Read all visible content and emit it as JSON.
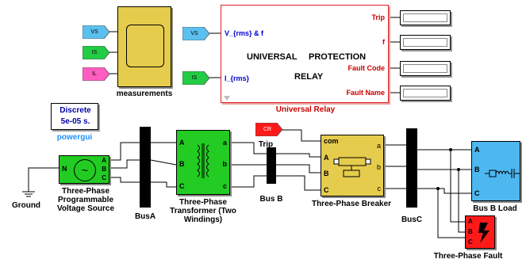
{
  "blocks": {
    "measurements": {
      "label": "measurements"
    },
    "relay": {
      "inputs": [
        "V_{rms} & f",
        "I_{rms}"
      ],
      "outputs": [
        "Trip",
        "f",
        "Fault Code",
        "Fault Name"
      ],
      "center_line1a": "UNIVERSAL",
      "center_line1b": "PROTECTION",
      "center_line2": "RELAY",
      "label": "Universal Relay"
    },
    "powergui": {
      "line1": "Discrete",
      "line2": "5e-05 s.",
      "label": "powergui"
    },
    "source": {
      "label": "Three-Phase Programmable Voltage Source",
      "ports": [
        "N",
        "A",
        "B",
        "C"
      ]
    },
    "ground": {
      "label": "Ground"
    },
    "busA": {
      "label": "BusA"
    },
    "transformer": {
      "label": "Three-Phase Transformer (Two Windings)",
      "ports": [
        "A",
        "B",
        "C",
        "a",
        "b",
        "c"
      ]
    },
    "trip_tag": {
      "text": "CR",
      "label": "Trip"
    },
    "busB": {
      "label": "Bus B"
    },
    "breaker": {
      "label": "Three-Phase Breaker",
      "ports": [
        "com",
        "A",
        "B",
        "C",
        "a",
        "b",
        "c"
      ]
    },
    "busC": {
      "label": "BusC"
    },
    "load": {
      "label": "Bus B Load",
      "ports": [
        "A",
        "B",
        "C"
      ]
    },
    "fault": {
      "label": "Three-Phase Fault",
      "ports": [
        "A",
        "B",
        "C"
      ]
    }
  },
  "goto_tags": {
    "meas_vs": "VS",
    "meas_is": "IS",
    "meas_il": "IL",
    "relay_vs": "VS",
    "relay_is": "IS"
  },
  "colors": {
    "measurements": "#e6cc4d",
    "relay_border": "#e02020",
    "relay_text": "#cc0000",
    "tag_blue": "#5cc0ef",
    "tag_green": "#22cc44",
    "tag_pink": "#ff5ec0",
    "source_green": "#22cc22",
    "transformer_green": "#22cc22",
    "breaker": "#e6cc4d",
    "load_blue": "#4db8f0",
    "fault_red": "#ff1a1a",
    "powergui_blue": "#1e90ff"
  }
}
